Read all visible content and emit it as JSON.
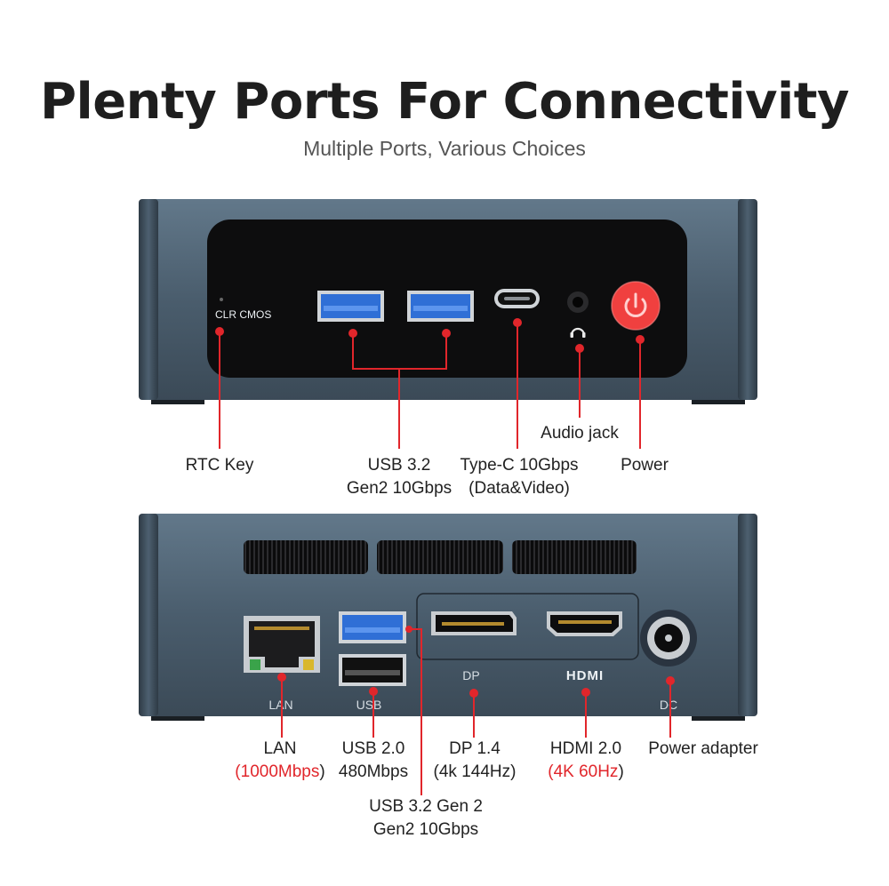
{
  "header": {
    "title": "Plenty Ports For Connectivity",
    "subtitle": "Multiple Ports, Various Choices"
  },
  "front_panel": {
    "printed_text": "CLR  CMOS",
    "callouts": {
      "rtc_key": "RTC Key",
      "usb32_line1": "USB 3.2",
      "usb32_line2": "Gen2 10Gbps",
      "typec_line1": "Type-C 10Gbps",
      "typec_line2": "(Data&Video)",
      "audio": "Audio jack",
      "power": "Power"
    }
  },
  "rear_panel": {
    "printed_labels": {
      "lan": "LAN",
      "usb": "USB",
      "dp": "DP",
      "hdmi": "HDMI",
      "dc": "DC"
    },
    "callouts": {
      "lan_line1": "LAN",
      "lan_line2_open": "(",
      "lan_line2_red": "1000Mbps",
      "lan_line2_close": ")",
      "usb20_line1": "USB 2.0",
      "usb20_line2": "480Mbps",
      "dp_line1": "DP 1.4",
      "dp_line2": "(4k 144Hz)",
      "hdmi_line1": "HDMI 2.0",
      "hdmi_line2_open": "(",
      "hdmi_line2_red": "4K 60Hz",
      "hdmi_line2_close": ")",
      "dc": "Power adapter",
      "usb32_line1": "USB 3.2 Gen 2",
      "usb32_line2": "Gen2 10Gbps"
    }
  },
  "colors": {
    "callout_red": "#e1262b",
    "chassis": "#4a5c6c",
    "panel_black": "#0d0d0e",
    "usb3_blue": "#2f6fd6",
    "power_button": "#f0403f"
  }
}
